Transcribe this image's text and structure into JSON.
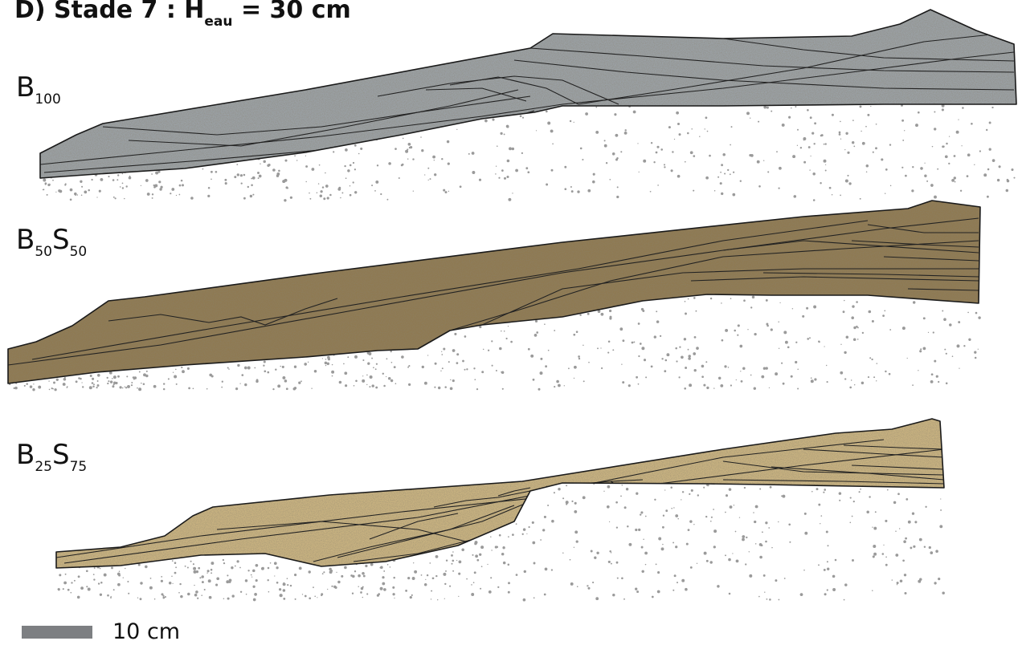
{
  "figure": {
    "title": {
      "prefix": "D) Stade 7 : H",
      "subscript": "eau",
      "suffix": " = 30 cm"
    },
    "panels": [
      {
        "label_main": "B",
        "label_sub1": "100",
        "label_main2": "",
        "label_sub2": "",
        "fill_color": "#9aa0a4",
        "texture_color": "#6e6552"
      },
      {
        "label_main": "B",
        "label_sub1": "50",
        "label_main2": "S",
        "label_sub2": "50",
        "fill_color": "#8f7a52",
        "texture_color": "#5a4628"
      },
      {
        "label_main": "B",
        "label_sub1": "25",
        "label_main2": "S",
        "label_sub2": "75",
        "fill_color": "#c8b280",
        "texture_color": "#9a8458"
      }
    ],
    "scale_bar": {
      "label": "10 cm",
      "color": "#7d7f82"
    },
    "sand_dot_color": "#9a9a9a"
  }
}
